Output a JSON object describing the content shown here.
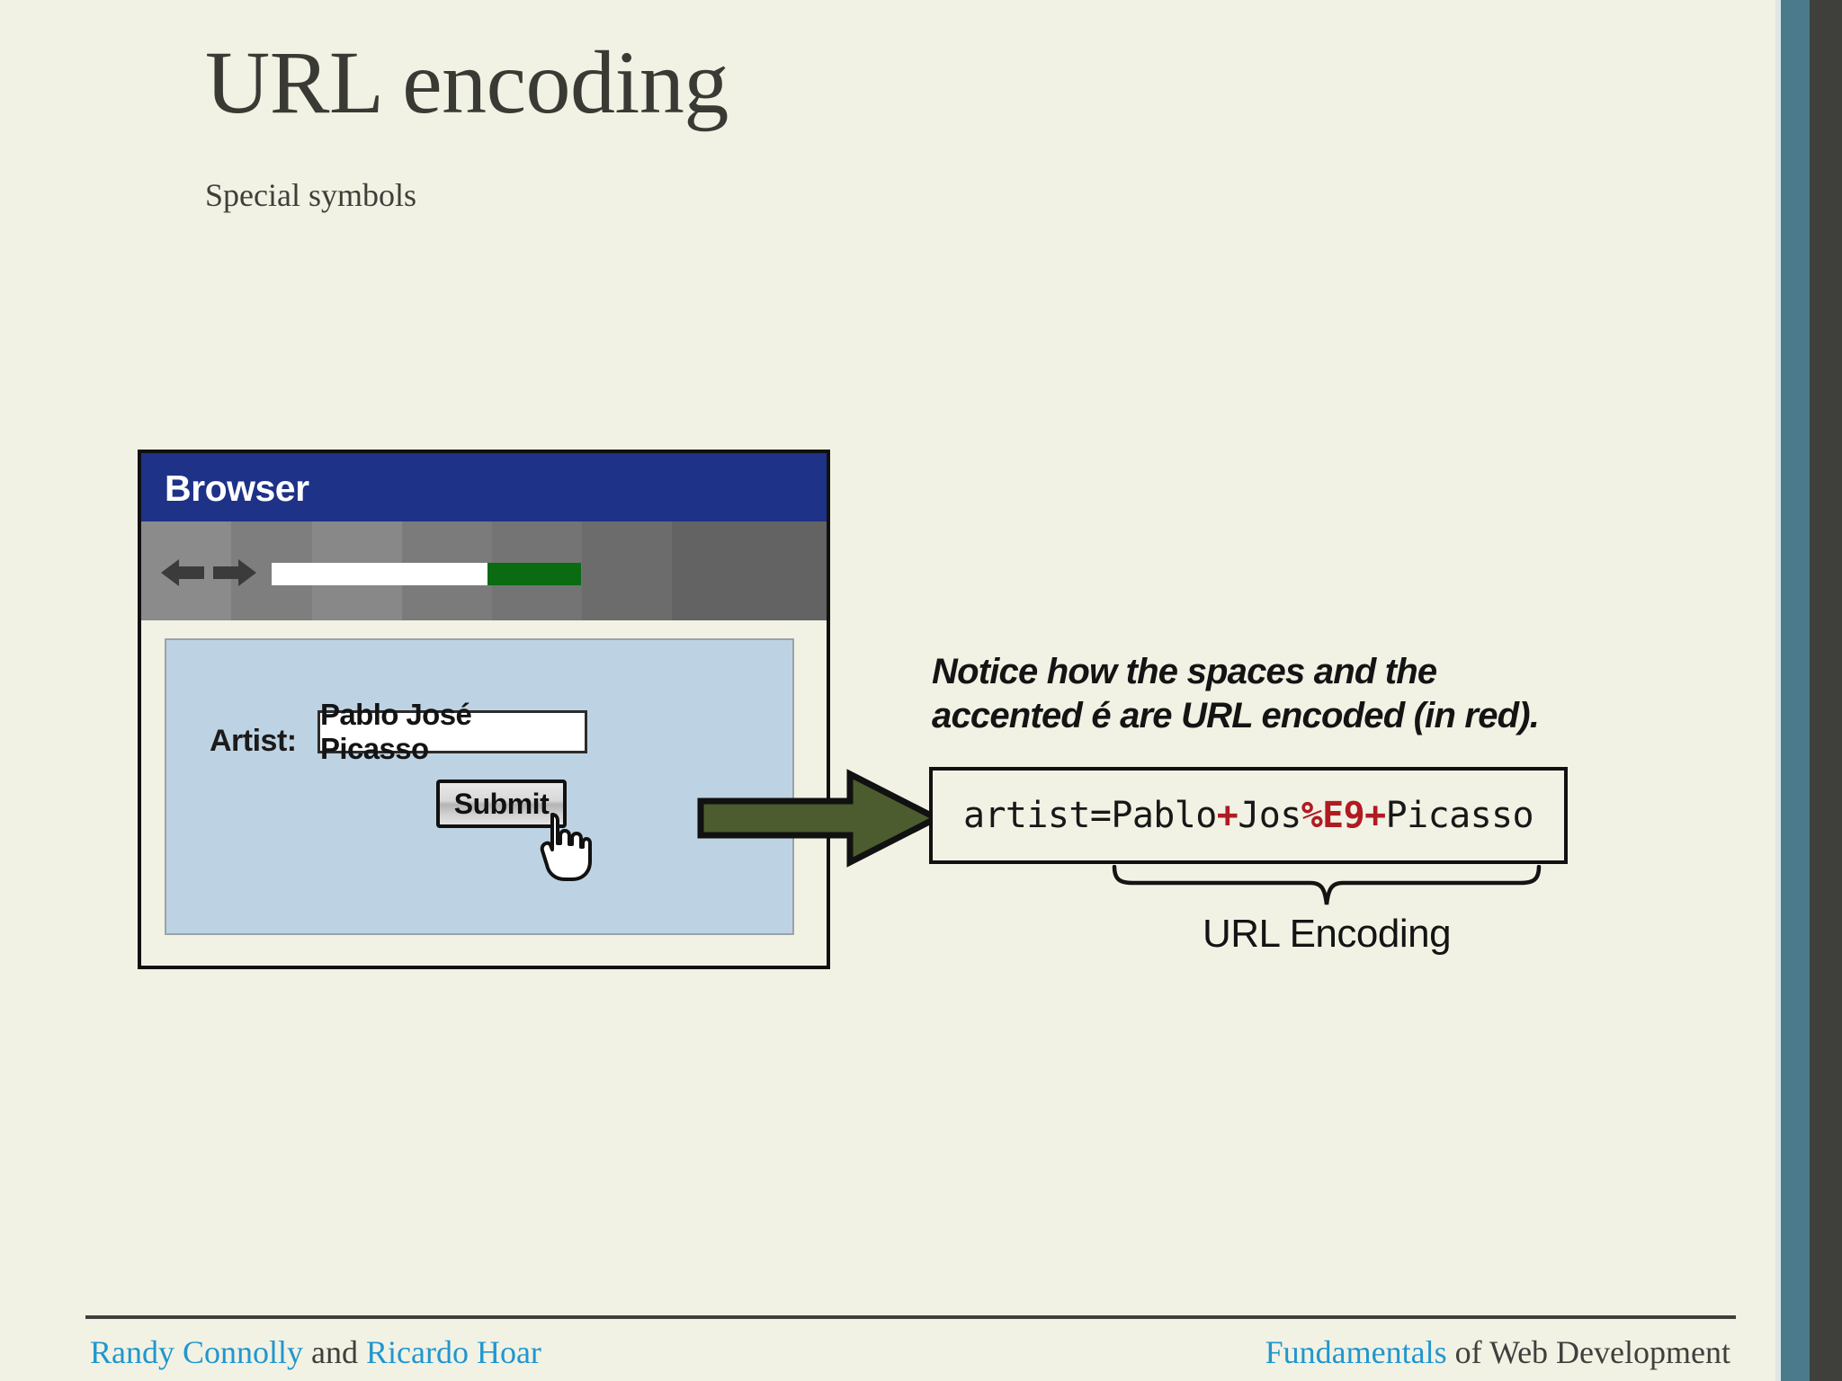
{
  "slide": {
    "title": "URL encoding",
    "subtitle": "Special symbols",
    "background_color": "#f1f2e4",
    "title_color": "#3a3a35",
    "accent_bar_color": "#4a7a8c",
    "dark_bar_color": "#3f403c"
  },
  "browser": {
    "window_title": "Browser",
    "titlebar_color": "#1e3287",
    "toolbar": {
      "back_icon": "arrow-left-icon",
      "forward_icon": "arrow-right-icon",
      "url_value": "",
      "url_placeholder": "",
      "go_button_color": "#0a6b12"
    },
    "page": {
      "background_color": "#bdd3e3",
      "form": {
        "field_label": "Artist:",
        "field_value": "Pablo José Picasso",
        "field_placeholder": "",
        "submit_label": "Submit",
        "cursor_icon": "hand-pointer-icon"
      }
    }
  },
  "arrow": {
    "icon": "arrow-right-block-icon",
    "color": "#4c5c2e"
  },
  "annotation": {
    "note_line_1": "Notice how the spaces and the",
    "note_line_2": "accented é are URL encoded (in red).",
    "code": {
      "segments": [
        {
          "text": "artist=Pablo",
          "highlight": false
        },
        {
          "text": "+",
          "highlight": true
        },
        {
          "text": "Jos",
          "highlight": false
        },
        {
          "text": "%E9",
          "highlight": true
        },
        {
          "text": "+",
          "highlight": true
        },
        {
          "text": "Picasso",
          "highlight": false
        }
      ],
      "full_text": "artist=Pablo+Jos%E9+Picasso",
      "highlight_color": "#b01b22"
    },
    "brace_label": "URL Encoding"
  },
  "footer": {
    "author_1": "Randy Connolly",
    "author_joiner": " and ",
    "author_2": "Ricardo Hoar",
    "book_highlight": "Fundamentals",
    "book_rest": " of Web Development",
    "link_color": "#2196cf"
  }
}
